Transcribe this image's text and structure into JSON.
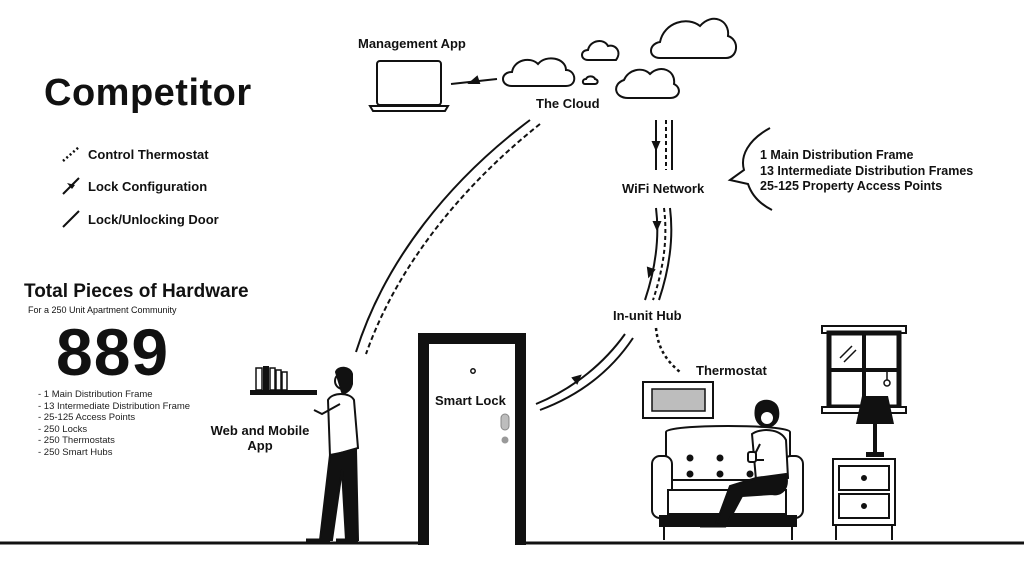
{
  "title": "Competitor",
  "legend": [
    {
      "label": "Control Thermostat",
      "icon": "dotted-line-icon"
    },
    {
      "label": "Lock Configuration",
      "icon": "arrow-line-icon"
    },
    {
      "label": "Lock/Unlocking Door",
      "icon": "solid-line-icon"
    }
  ],
  "hardware": {
    "title": "Total Pieces of Hardware",
    "subtitle": "For a 250 Unit Apartment Community",
    "count": "889",
    "items": [
      "- 1 Main Distribution Frame",
      "- 13 Intermediate Distribution Frame",
      "- 25-125 Access Points",
      "- 250 Locks",
      "- 250 Thermostats",
      "- 250 Smart Hubs"
    ]
  },
  "nodes": {
    "management_app": "Management App",
    "cloud": "The Cloud",
    "wifi": "WiFi Network",
    "hub": "In-unit Hub",
    "thermostat": "Thermostat",
    "smart_lock": "Smart Lock",
    "web_mobile_line1": "Web and Mobile",
    "web_mobile_line2": "App"
  },
  "wifi_bubble": [
    "1 Main Distribution Frame",
    "13 Intermediate Distribution Frames",
    "25-125 Property Access Points"
  ],
  "colors": {
    "ink": "#111111",
    "thermostat_screen": "#bdbdbd"
  }
}
